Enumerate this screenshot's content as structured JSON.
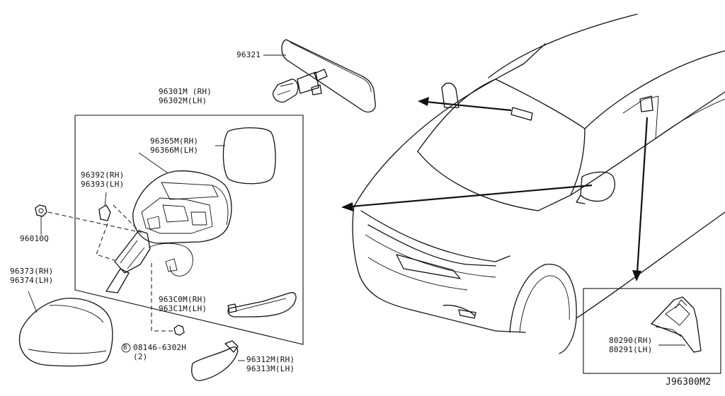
{
  "diagram_code": "J96300M2",
  "labels": {
    "rear_mirror": "96321",
    "door_mirror_rh": "96301M (RH)",
    "door_mirror_lh": "96302M(LH)",
    "glass_rh": "96365M(RH)",
    "glass_lh": "96366M(LH)",
    "cap_rh": "96392(RH)",
    "cap_lh": "96393(LH)",
    "nut": "96010Q",
    "cover_rh": "96373(RH)",
    "cover_lh": "96374(LH)",
    "lamp_rh": "963C0M(RH)",
    "lamp_lh": "963C1M(LH)",
    "bolt_symbol": "B",
    "bolt": "08146-6302H",
    "bolt_qty": "(2)",
    "finisher_rh": "96312M(RH)",
    "finisher_lh": "96313M(LH)",
    "inset_rh": "80290(RH)",
    "inset_lh": "80291(LH)"
  }
}
